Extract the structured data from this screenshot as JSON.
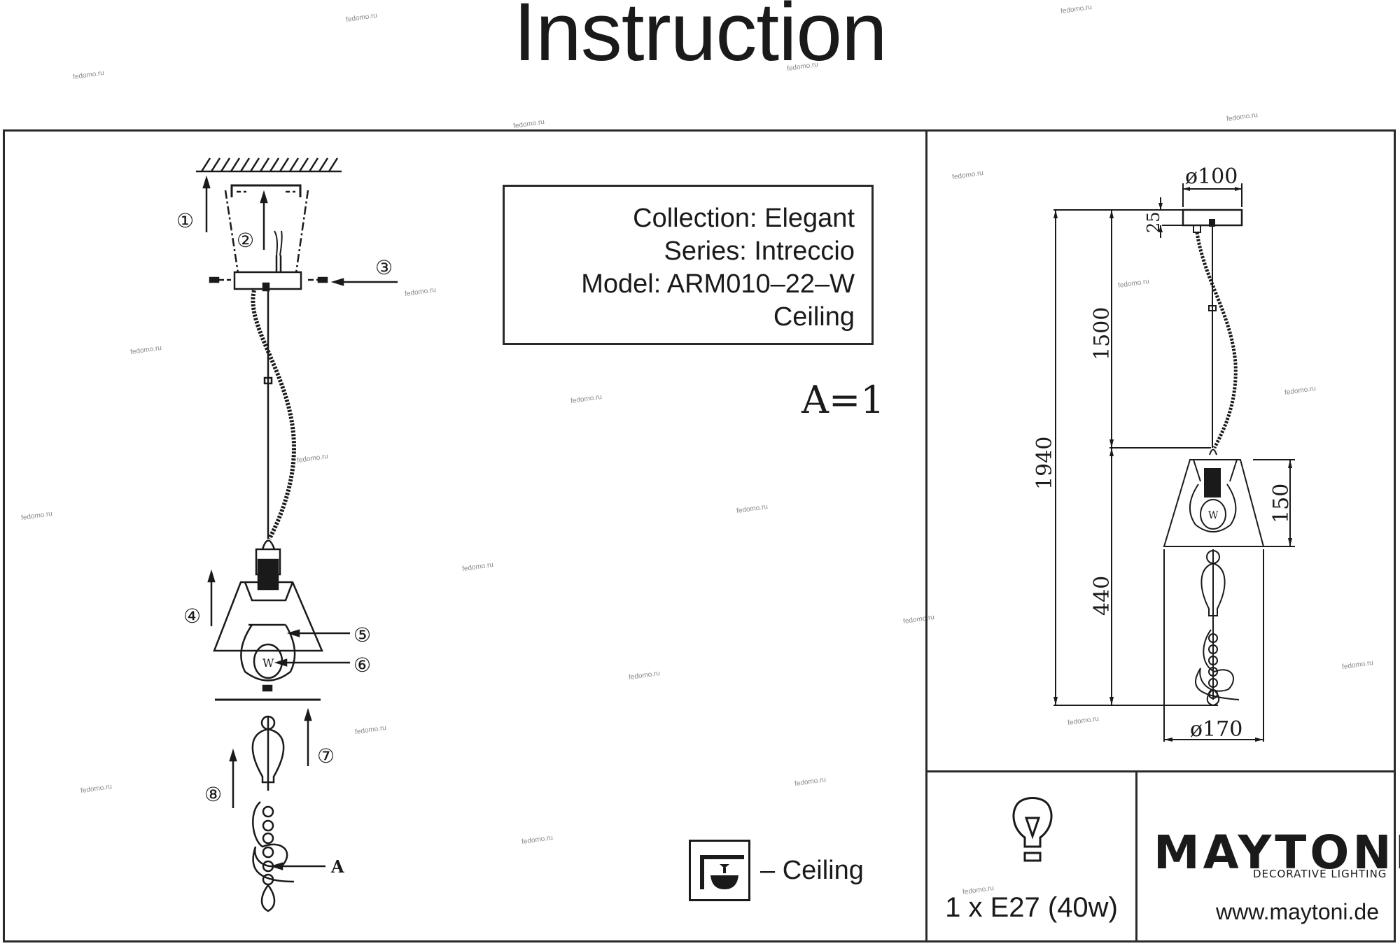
{
  "header": {
    "title": "Instruction"
  },
  "info_box": {
    "collection": "Collection: Elegant",
    "series": "Series: Intreccio",
    "model": "Model: ARM010–22–W",
    "mount": "Ceiling"
  },
  "assembly": {
    "steps": [
      "①",
      "②",
      "③",
      "④",
      "⑤",
      "⑥",
      "⑦",
      "⑧"
    ],
    "part_label": "A",
    "bulb_label": "W",
    "scale_note": "A=1"
  },
  "legend": {
    "icon": "ceiling-mount-icon",
    "text": "– Ceiling"
  },
  "dimensions": {
    "canopy_diameter": "ø100",
    "canopy_height": "25",
    "cable_length": "1500",
    "total_height": "1940",
    "lamp_height": "440",
    "shade_height": "150",
    "shade_diameter": "ø170",
    "bulb_label": "W"
  },
  "bulb_spec": {
    "icon": "light-bulb-icon",
    "text": "1 x E27 (40w)"
  },
  "brand": {
    "name": "MAYTONI",
    "tagline": "DECORATIVE LIGHTING",
    "url": "www.maytoni.de"
  },
  "watermark": "fedomo.ru"
}
